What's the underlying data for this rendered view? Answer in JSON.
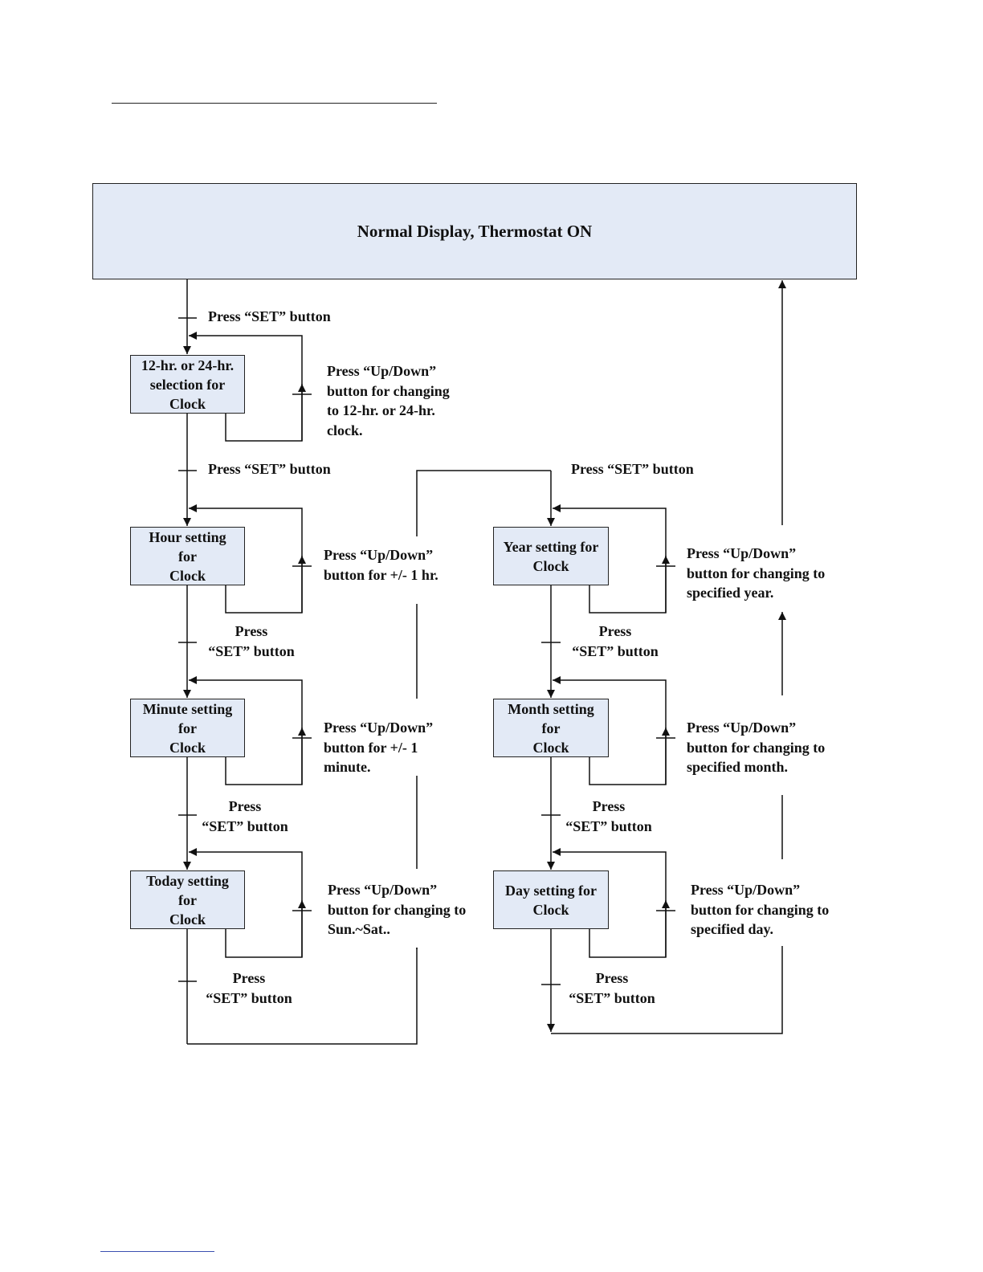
{
  "header": {
    "text": "Normal Display, Thermostat ON"
  },
  "boxes": {
    "clock_format": "12-hr. or 24-hr.\nselection for\nClock",
    "hour": "Hour setting\nfor\nClock",
    "minute": "Minute setting\nfor\nClock",
    "today": "Today setting\nfor\nClock",
    "year": "Year setting for\nClock",
    "month": "Month setting\nfor\nClock",
    "day": "Day setting for\nClock"
  },
  "labels": {
    "set_1": "Press  “SET”  button",
    "updown_format": "Press  “Up/Down”\nbutton for changing\nto 12-hr. or 24-hr.\nclock.",
    "set_2": "Press  “SET”  button",
    "set_top_right": "Press  “SET”  button",
    "updown_hour": "Press  “Up/Down”\n button for +/- 1 hr.",
    "set_3": "Press\n“SET”  button",
    "updown_minute": "Press  “Up/Down”\nbutton for +/- 1\nminute.",
    "set_4": "Press\n“SET”  button",
    "updown_today": "Press  “Up/Down”\nbutton for changing to\nSun.~Sat..",
    "set_5": "Press\n“SET”  button",
    "updown_year": "Press  “Up/Down”\nbutton for changing to\nspecified year.",
    "set_6": "Press\n“SET”  button",
    "updown_month": "Press  “Up/Down”\nbutton for changing to\nspecified month.",
    "set_7": "Press\n“SET”  button",
    "updown_day": "Press  “Up/Down”\nbutton for changing to\nspecified day.",
    "set_8": "Press\n“SET”  button"
  }
}
